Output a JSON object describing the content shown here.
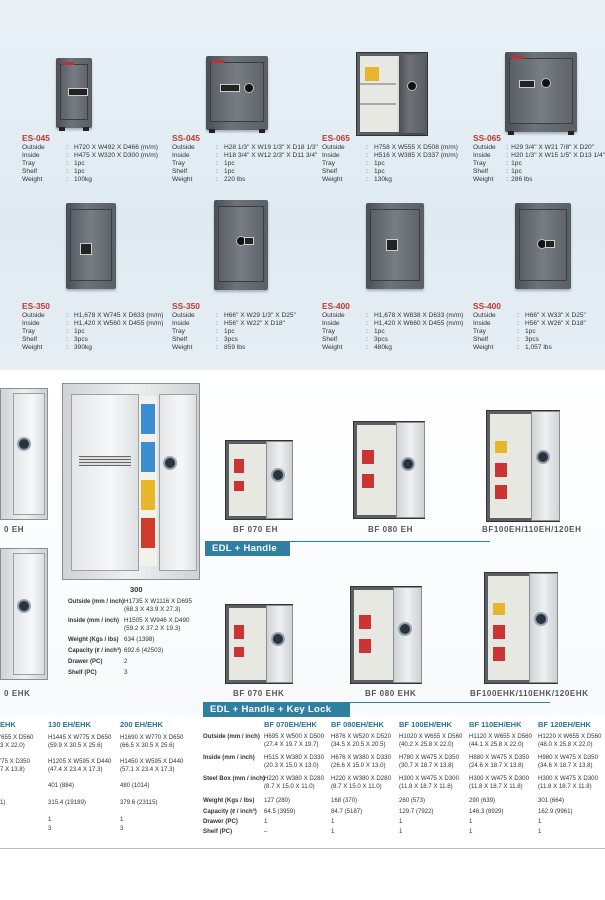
{
  "top_safes": [
    {
      "model": "ES-045",
      "rows": [
        [
          "Outside",
          ":",
          "H720 X W492 X D466 (m/m)"
        ],
        [
          "Inside",
          ":",
          "H475 X W320 X D300 (m/m)"
        ],
        [
          "Tray",
          ":",
          "1pc"
        ],
        [
          "Shelf",
          ":",
          "1pc"
        ],
        [
          "Weight",
          ":",
          "100kg"
        ]
      ]
    },
    {
      "model": "SS-045",
      "rows": [
        [
          "Outside",
          ":",
          "H28 1/3\" X W19 1/3\" X D18 1/3\""
        ],
        [
          "Inside",
          ":",
          "H18 3/4\" X W12 2/3\" X D11 3/4\""
        ],
        [
          "Tray",
          ":",
          "1pc"
        ],
        [
          "Shelf",
          ":",
          "1pc"
        ],
        [
          "Weight",
          ":",
          "220 lbs"
        ]
      ]
    },
    {
      "model": "ES-065",
      "rows": [
        [
          "Outside",
          ":",
          "H758 X W555 X D508 (m/m)"
        ],
        [
          "Inside",
          ":",
          "H516 X W385 X D337 (m/m)"
        ],
        [
          "Tray",
          ":",
          "1pc"
        ],
        [
          "Shelf",
          ":",
          "1pc"
        ],
        [
          "Weight",
          ":",
          "130kg"
        ]
      ]
    },
    {
      "model": "SS-065",
      "rows": [
        [
          "Outside",
          ":",
          "H29 3/4\" X W21 7/8\" X D20\""
        ],
        [
          "Inside",
          ":",
          "H20 1/3\" X W15 1/5\" X D13 1/4\""
        ],
        [
          "Tray",
          ":",
          "1pc"
        ],
        [
          "Shelf",
          ":",
          "1pc"
        ],
        [
          "Weight",
          ":",
          "286 lbs"
        ]
      ]
    },
    {
      "model": "ES-350",
      "rows": [
        [
          "Outside",
          ":",
          "H1,678 X W745 X D633 (m/m)"
        ],
        [
          "Inside",
          ":",
          "H1,420 X W560 X D455 (m/m)"
        ],
        [
          "Tray",
          ":",
          "1pc"
        ],
        [
          "Shelf",
          ":",
          "3pcs"
        ],
        [
          "Weight",
          ":",
          "390kg"
        ]
      ]
    },
    {
      "model": "SS-350",
      "rows": [
        [
          "Outside",
          ":",
          "H66\" X W29 1/3\" X D25\""
        ],
        [
          "Inside",
          ":",
          "H56\" X W22\" X D18\""
        ],
        [
          "Tray",
          ":",
          "1pc"
        ],
        [
          "Shelf",
          ":",
          "3pcs"
        ],
        [
          "Weight",
          ":",
          "859 lbs"
        ]
      ]
    },
    {
      "model": "ES-400",
      "rows": [
        [
          "Outside",
          ":",
          "H1,678 X W838 X D633 (m/m)"
        ],
        [
          "Inside",
          ":",
          "H1,420 X W660 X D455 (m/m)"
        ],
        [
          "Tray",
          ":",
          "1pc"
        ],
        [
          "Shelf",
          ":",
          "3pcs"
        ],
        [
          "Weight",
          ":",
          "480kg"
        ]
      ]
    },
    {
      "model": "SS-400",
      "rows": [
        [
          "Outside",
          ":",
          "H66\" X W33\" X D25\""
        ],
        [
          "Inside",
          ":",
          "H56\" X W26\" X D18\""
        ],
        [
          "Tray",
          ":",
          "1pc"
        ],
        [
          "Shelf",
          ":",
          "3pcs"
        ],
        [
          "Weight",
          ":",
          "1,057 lbs"
        ]
      ]
    }
  ],
  "mid": {
    "labels_row1": [
      "0 EH",
      "BF 070 EH",
      "BF 080 EH",
      "BF100EH/110EH/120EH"
    ],
    "labels_row2": [
      "0 EHK",
      "BF 070 EHK",
      "BF 080 EHK",
      "BF100EHK/110EHK/120EHK"
    ],
    "ribbon1": "EDL + Handle",
    "ribbon2": "EDL + Handle + Key Lock",
    "model300": {
      "title": "300",
      "rows": [
        [
          "Outside (mm / inch)",
          "H1735 X W1116 X D695",
          "(68.3 X 43.9 X 27.3)"
        ],
        [
          "Inside (mm / inch)",
          "H1505 X W946 X D490",
          "(59.2 X 37.2 X 19.3)"
        ],
        [
          "Weight (Kgs / lbs)",
          "634 (1398)",
          ""
        ],
        [
          "Capacity (ℓ / inch³)",
          "692.6 (42503)",
          ""
        ],
        [
          "Drawer (PC)",
          "2",
          ""
        ],
        [
          "Shelf (PC)",
          "3",
          ""
        ]
      ]
    }
  },
  "left_table": {
    "col0": {
      "header": "EHK",
      "lines": [
        "'655 X D560",
        "3 X 22.0)",
        "'75 X D350",
        "7 X 13.8)",
        "",
        "1)"
      ]
    },
    "col1": {
      "header": "130 EH/EHK",
      "lines": [
        "H1445 X W775 X D650",
        "(59.9 X 30.5 X 25.6)",
        "H1205 X W595 X D440",
        "(47.4 X 23.4 X 17.3)",
        "401 (884)",
        "315.4 (19189)",
        "1",
        "3"
      ]
    },
    "col2": {
      "header": "200 EH/EHK",
      "lines": [
        "H1690 X W770 X D650",
        "(66.5 X 30.5 X 25.6)",
        "H1450 X W595 X D440",
        "(57.1 X 23.4 X 17.3)",
        "480 (1014)",
        "379.6 (23115)",
        "1",
        "3"
      ]
    }
  },
  "right_table": {
    "row_labels": [
      "Outside (mm / inch)",
      "Inside (mm / inch)",
      "Steel Box (mm / inch)",
      "Weight (Kgs / lbs)",
      "Capacity (ℓ / inch³)",
      "Drawer (PC)",
      "Shelf (PC)"
    ],
    "columns": [
      {
        "header": "BF 070EH/EHK",
        "cells": [
          [
            "H695 X W500 X D500",
            "(27.4 X 19.7 X 19.7)"
          ],
          [
            "H515 X W380 X D330",
            "(20.3 X 15.0 X 13.0)"
          ],
          [
            "H220 X W380 X D280",
            "(8.7 X 15.0 X 11.0)"
          ],
          [
            "127 (280)"
          ],
          [
            "64.5 (3959)"
          ],
          [
            "1"
          ],
          [
            "–"
          ]
        ]
      },
      {
        "header": "BF 080EH/EHK",
        "cells": [
          [
            "H876 X W520 X D520",
            "(34.5 X 20.5 X 20.5)"
          ],
          [
            "H676 X W380 X D330",
            "(26.6 X 15.0 X 13.0)"
          ],
          [
            "H220 X W380 X D280",
            "(8.7 X 15.0 X 11.0)"
          ],
          [
            "168 (370)"
          ],
          [
            "84.7 (5187)"
          ],
          [
            "1"
          ],
          [
            "1"
          ]
        ]
      },
      {
        "header": "BF 100EH/EHK",
        "cells": [
          [
            "H1020 X W655 X D560",
            "(40.2 X 25.8 X 22.0)"
          ],
          [
            "H780 X W475 X D350",
            "(30.7 X 18.7 X 13.8)"
          ],
          [
            "H300 X W475 X D300",
            "(11.8 X 18.7 X 11.8)"
          ],
          [
            "260 (573)"
          ],
          [
            "129.7 (7922)"
          ],
          [
            "1"
          ],
          [
            "1"
          ]
        ]
      },
      {
        "header": "BF 110EH/EHK",
        "cells": [
          [
            "H1120 X W655 X D560",
            "(44.1 X 25.8 X 22.0)"
          ],
          [
            "H880 X W475 X D350",
            "(24.6 X 18.7 X 13.8)"
          ],
          [
            "H300 X W475 X D300",
            "(11.8 X 18.7 X 11.8)"
          ],
          [
            "290 (639)"
          ],
          [
            "146.3 (8929)"
          ],
          [
            "1"
          ],
          [
            "1"
          ]
        ]
      },
      {
        "header": "BF 120EH/EHK",
        "cells": [
          [
            "H1220 X W655 X D560",
            "(48.0 X 25.8 X 22.0)"
          ],
          [
            "H980 X W475 X D350",
            "(34.6 X 18.7 X 13.8)"
          ],
          [
            "H300 X W475 X D300",
            "(11.8 X 18.7 X 11.8)"
          ],
          [
            "301 (664)"
          ],
          [
            "162.9 (9961)"
          ],
          [
            "1"
          ],
          [
            "1"
          ]
        ]
      }
    ]
  }
}
